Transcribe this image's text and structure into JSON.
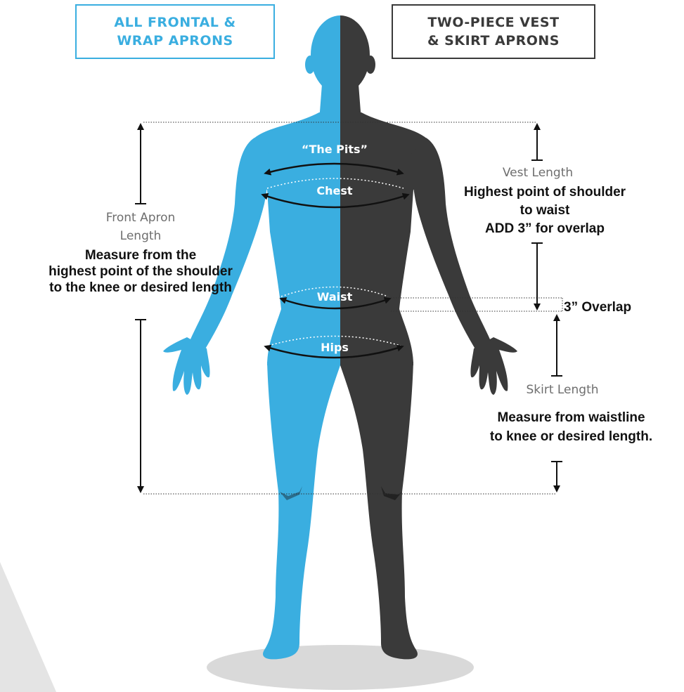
{
  "header": {
    "left_box": [
      "ALL FRONTAL &",
      "WRAP APRONS"
    ],
    "right_box": [
      "TWO-PIECE VEST",
      "& SKIRT APRONS"
    ]
  },
  "body_labels": {
    "pits": "“The Pits”",
    "chest": "Chest",
    "waist": "Waist",
    "hips": "Hips"
  },
  "front_apron": {
    "label": [
      "Front Apron",
      "Length"
    ],
    "description": [
      "Measure from the",
      "highest point of the shoulder",
      "to the knee or desired length"
    ]
  },
  "vest": {
    "label": "Vest Length",
    "description": [
      "Highest point of shoulder",
      "to waist",
      "ADD 3” for overlap"
    ]
  },
  "overlap": {
    "label": "3” Overlap"
  },
  "skirt": {
    "label": "Skirt Length",
    "description": [
      "Measure from waistline",
      "to knee or desired length."
    ]
  },
  "colors": {
    "blue": "#3aaee0",
    "dark": "#3a3a3a",
    "shadow": "#d9d9d9"
  }
}
